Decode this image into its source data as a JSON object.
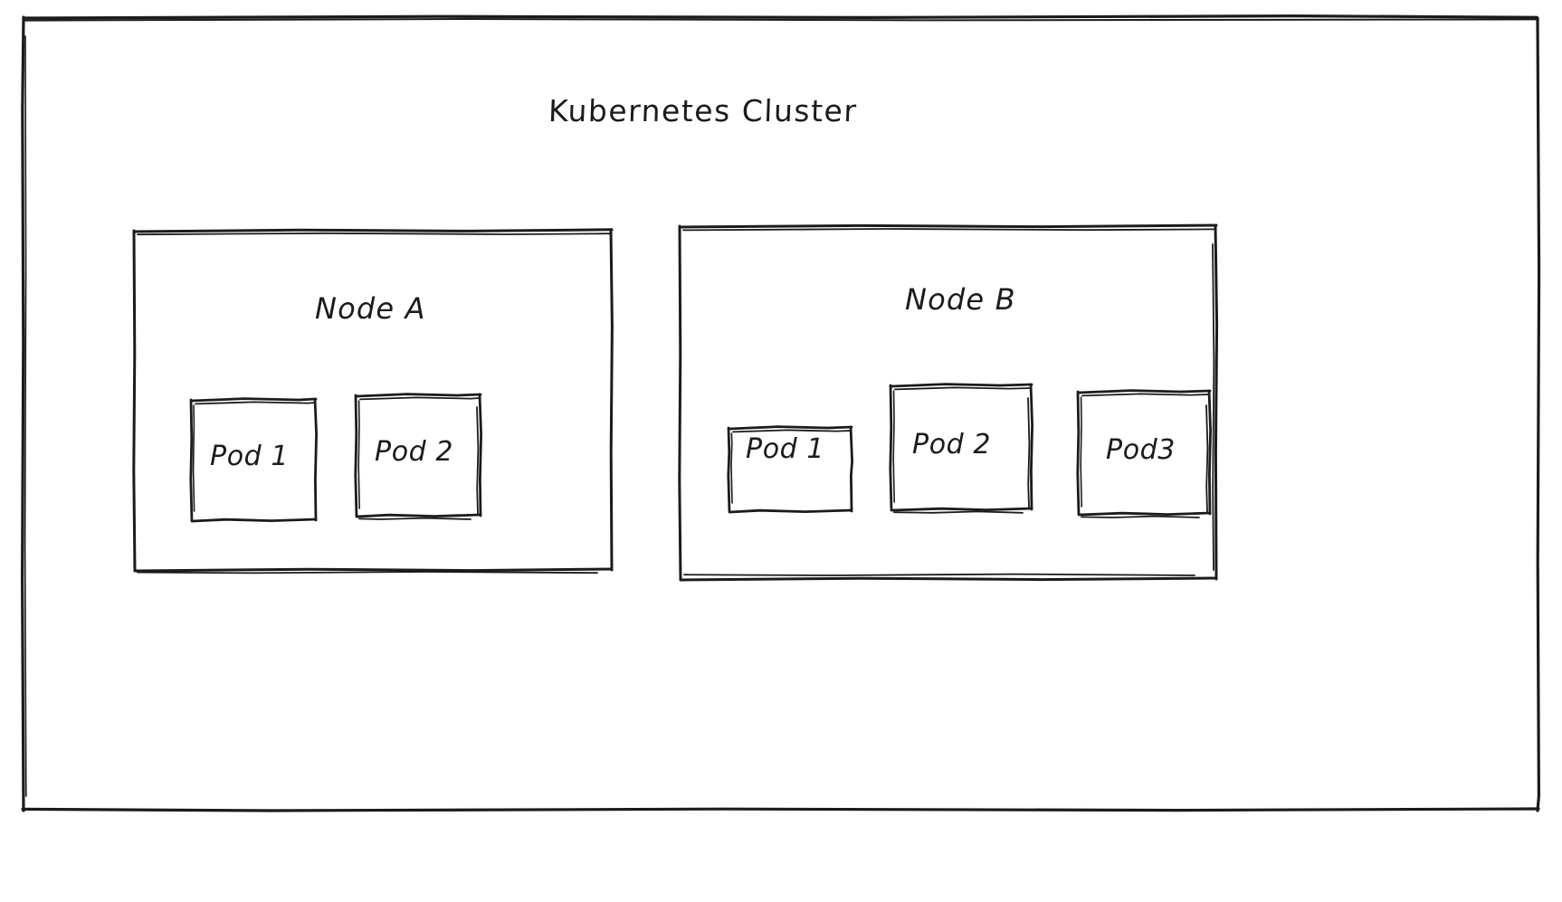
{
  "diagram": {
    "style": "hand-drawn-sketch",
    "background_color": "#ffffff",
    "stroke_color": "#1b1b1f",
    "cluster": {
      "title": "Kubernetes Cluster",
      "nodes": [
        {
          "id": "node-a",
          "title": "Node A",
          "pods": [
            {
              "id": "node-a-pod-1",
              "label": "Pod 1"
            },
            {
              "id": "node-a-pod-2",
              "label": "Pod 2"
            }
          ]
        },
        {
          "id": "node-b",
          "title": "Node B",
          "pods": [
            {
              "id": "node-b-pod-1",
              "label": "Pod 1"
            },
            {
              "id": "node-b-pod-2",
              "label": "Pod 2"
            },
            {
              "id": "node-b-pod-3",
              "label": "Pod3"
            }
          ]
        }
      ]
    }
  }
}
